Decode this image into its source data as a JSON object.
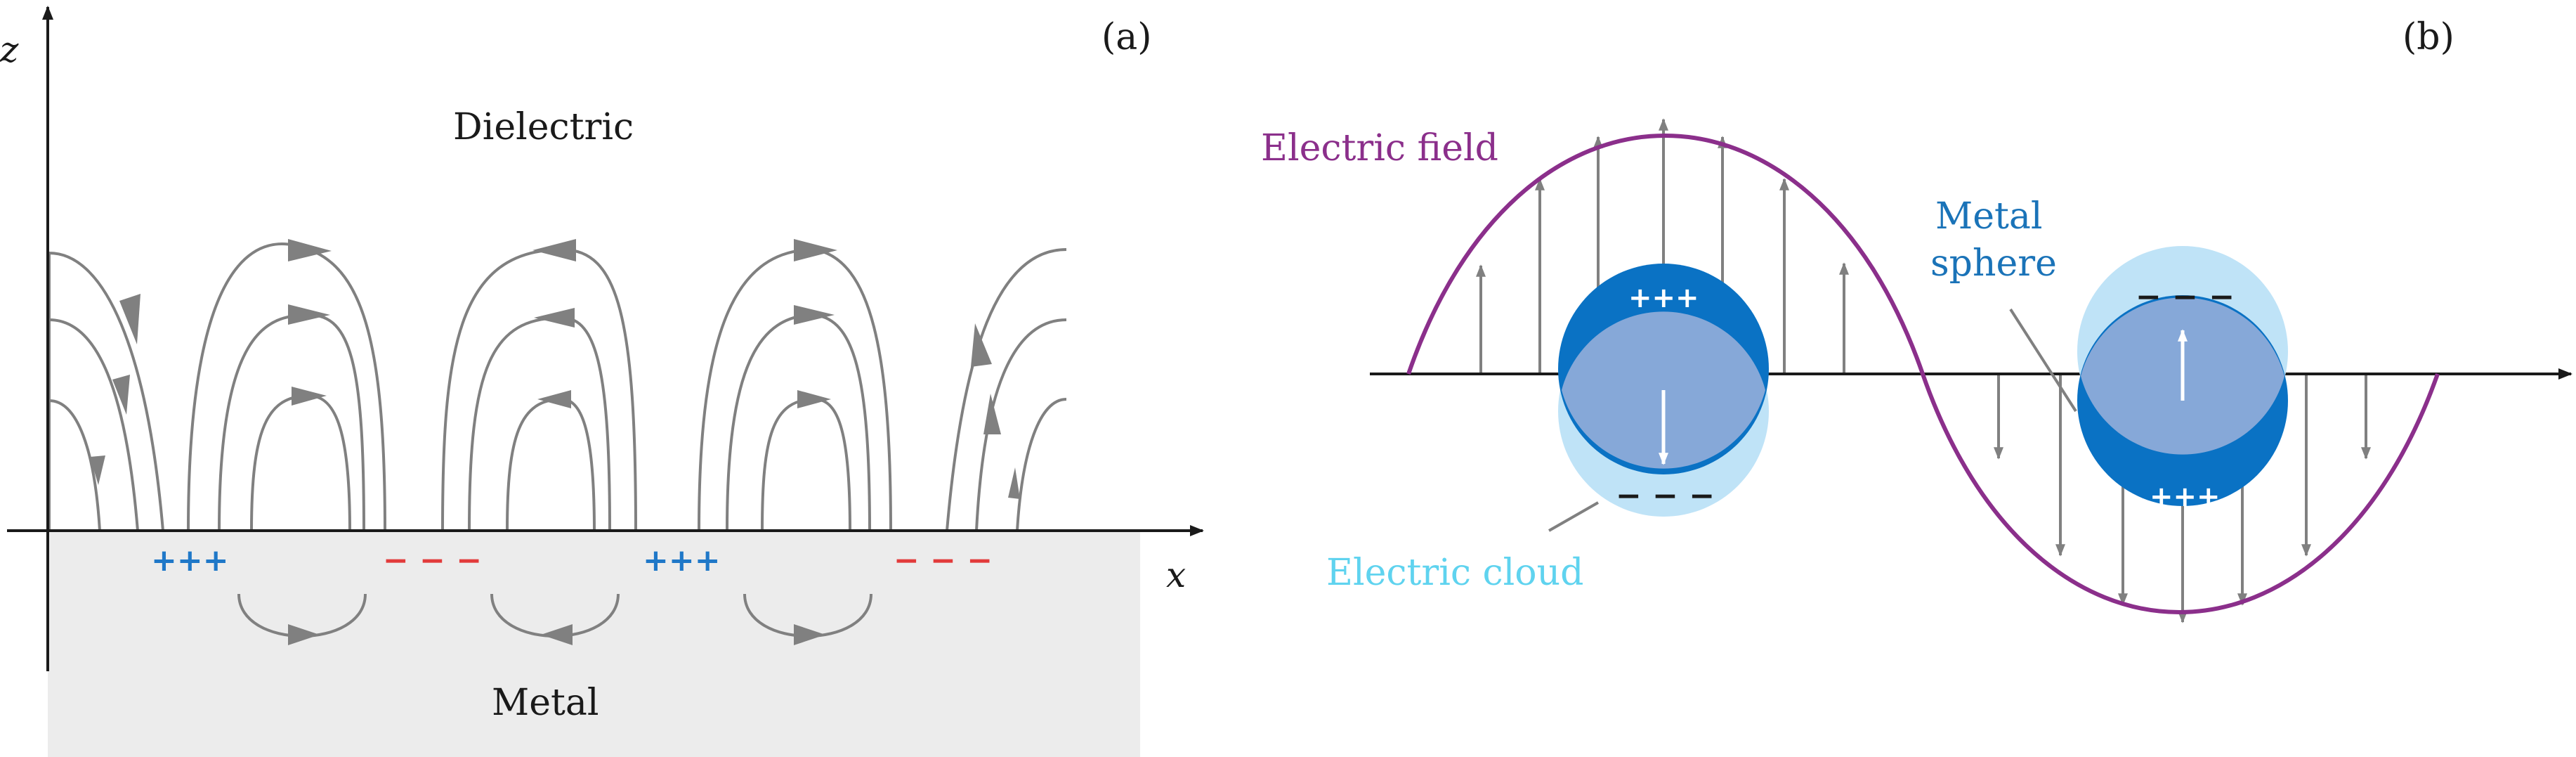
{
  "panel_a": {
    "tag": "(a)",
    "z_label": "z",
    "x_label": "x",
    "dielectric": "Dielectric",
    "metal": "Metal",
    "charges": [
      "+++",
      "− − −",
      "+++",
      "− − −"
    ]
  },
  "panel_b": {
    "tag": "(b)",
    "electric_field": "Electric field",
    "metal_sphere_line1": "Metal",
    "metal_sphere_line2": "sphere",
    "electric_cloud": "Electric cloud",
    "sphere1_top": "+++",
    "sphere1_bottom": "− − −",
    "sphere2_top": "− − −",
    "sphere2_bottom": "+++"
  },
  "colors": {
    "positive": "#1f78c8",
    "negative": "#e23b3b",
    "field_curve": "#8b2f8b",
    "sphere": "#0a72c4",
    "cloud": "#bfe3f7",
    "overlap": "#86a8d8",
    "field_lines": "#808080",
    "metal_fill": "#ececec"
  }
}
